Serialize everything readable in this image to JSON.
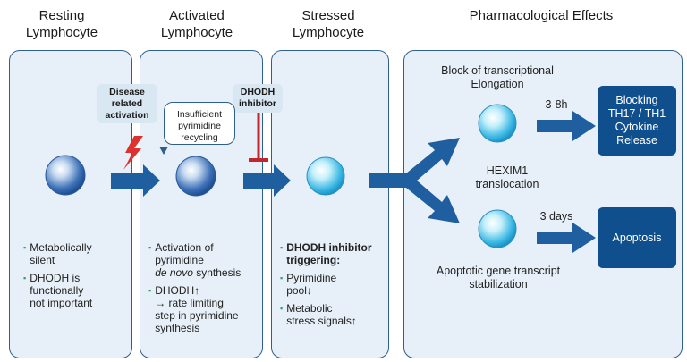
{
  "headers": {
    "resting": "Resting\nLymphocyte",
    "activated": "Activated\nLymphocyte",
    "stressed": "Stressed\nLymphocyte",
    "effects": "Pharmacological\nEffects"
  },
  "tags": {
    "disease": "Disease\nrelated\nactivation",
    "inhibitor": "DHODH\ninhibitor"
  },
  "note": "Insufficient\npyrimidine\nrecycling",
  "resting_bullets": [
    "Metabolically\nsilent",
    "DHODH is\nfunctionally\nnot important"
  ],
  "activated_bullets": [
    {
      "pre": "Activation of\npyrimidine\n",
      "em": "de novo",
      "post": " synthesis"
    },
    {
      "pre": "DHODH↑\n→ rate limiting\nstep in pyrimidine\nsynthesis",
      "em": "",
      "post": ""
    }
  ],
  "stressed": {
    "title": "DHODH inhibitor\ntriggering:",
    "bullets": [
      "Pyrimidine\npool↓",
      "Metabolic\nstress signals↑"
    ]
  },
  "effects": {
    "top_label": "Block of transcriptional\nElongation",
    "mid_label": "HEXIM1\ntranslocation",
    "bottom_label": "Apoptotic gene transcript\nstabilization",
    "time_top": "3-8h",
    "time_bottom": "3 days",
    "box_top": "Blocking\nTH17 / TH1\nCytokine\nRelease",
    "box_bottom": "Apoptosis"
  },
  "colors": {
    "panel": "#e7f0f8",
    "border": "#2f5f8c",
    "arrow": "#1f5fa0",
    "dark_box": "#0f4f8e",
    "bullet": "#2e9b6e",
    "lightning": "#e03131",
    "inhibit": "#c0262b"
  }
}
